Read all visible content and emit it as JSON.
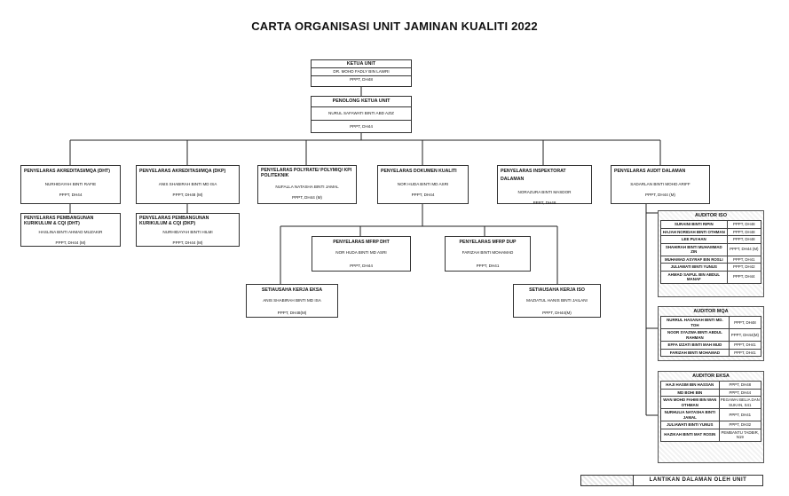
{
  "title": "CARTA ORGANISASI UNIT JAMINAN KUALITI 2022",
  "footer": "LANTIKAN DALAMAN OLEH UNIT",
  "top": [
    {
      "role": "KETUA UNIT",
      "name": "DR. MOHD FADLY BIN LAWRI",
      "grade": "PPPT, DH48"
    },
    {
      "role": "PENOLONG KETUA UNIT",
      "name": "NURUL SAFAWATI BINTI ABD AZIZ",
      "grade": "PPPT, DH44"
    }
  ],
  "coordinators": [
    {
      "role": "PENYELARAS AKREDITASI/MQA (DHT)",
      "name": "NURHIDAYAH BINTI RAFIE",
      "grade": "PPPT, DH44"
    },
    {
      "role": "PENYELARAS AKREDITASI/MQA (DKP)",
      "name": "ANIS SHABIRAH BINTI MD ISA",
      "grade": "PPPT, DH48 (M)"
    },
    {
      "role": "PENYELARAS POLYRATE/ POLYMIQ/ KPI POLITEKNIK",
      "name": "NUFALLA NATASHA BINTI JAMAL",
      "grade": "PPPT, DH44 (M)"
    },
    {
      "role": "PENYELARAS DOKUMEN KUALITI",
      "name": "NOR HUDA BINTI MD ASRI",
      "grade": "PPPT, DH44"
    },
    {
      "role": "PENYELARAS INSPEKTORAT DALAMAN",
      "name": "NORAZURA BINTI MASDOR",
      "grade": "PPPT, DH48"
    },
    {
      "role": "PENYELARAS AUDIT DALAMAN",
      "name": "SADARLAN BINTI MOHD ARIFF",
      "grade": "PPPT, DH44 (M)"
    }
  ],
  "curriculum": [
    {
      "role": "PENYELARAS PEMBANGUNAN KURIKULUM & CQI (DHT)",
      "name": "HASLINA BINTI AHMAD MUZAKIR",
      "grade": "PPPT, DH44 (M)"
    },
    {
      "role": "PENYELARAS PEMBANGUNAN KURIKULUM & CQI (DKP)",
      "name": "NURHIDAYAH BINTI HILMI",
      "grade": "PPPT, DH44 (M)"
    }
  ],
  "mfrp": [
    {
      "role": "PENYELARAS MFRP DHT",
      "name": "NOR HUDA BINTI MD ASRI",
      "grade": "PPPT, DH44"
    },
    {
      "role": "PENYELARAS MFRP DUP",
      "name": "FARIZAH BINTI MOHAMAD",
      "grade": "PPPT, DH41"
    }
  ],
  "secretaries": [
    {
      "role": "SETIAUSAHA KERJA EKSA",
      "name": "ANIS SHABIRAH BINTI MD ISA",
      "grade": "PPPT, DH48(M)"
    },
    {
      "role": "SETIAUSAHA KERJA ISO",
      "name": "MAZIATUL HANIS BINTI JAILANI",
      "grade": "PPPT, DH44(M)"
    }
  ],
  "auditors_iso": {
    "title": "AUDITOR ISO",
    "rows": [
      {
        "name": "SURAINI BINTI RIPIN",
        "grade": "PPPT, DH48"
      },
      {
        "name": "HAJAH NORIDAH BINTI OTHMAN",
        "grade": "PPPT, DH48"
      },
      {
        "name": "LEE PUI HAN",
        "grade": "PPPT, DH48"
      },
      {
        "name": "SHAHIRAH BINTI MUHAMMAD ZIN",
        "grade": "PPPT, DH44 (M)"
      },
      {
        "name": "MUHAMAD ASYRAF BIN ROSLI",
        "grade": "PPPT, DH41"
      },
      {
        "name": "JULIAWATI BINTI YUNUS",
        "grade": "PPPT, DH42"
      },
      {
        "name": "AHMAD SAIFUL BIN ABDUL MANAF",
        "grade": "PPPT, DH44"
      }
    ]
  },
  "auditors_mqa": {
    "title": "AUDITOR MQA",
    "rows": [
      {
        "name": "NURRUL HASANAH BINTI MD. TOH",
        "grade": "PPPT, DH48"
      },
      {
        "name": "NOOR SYAZWA BINTI ABDUL RAHMAN",
        "grade": "PPPT, DH44(M)"
      },
      {
        "name": "EFFA IZZATI BINTI MAH MUD",
        "grade": "PPPT, DH41"
      },
      {
        "name": "FARIZAH BINTI MOHAMAD",
        "grade": "PPPT, DH41"
      }
    ]
  },
  "auditors_eksa": {
    "title": "AUDITOR EKSA",
    "rows": [
      {
        "name": "HAJI HASIM BIN HASSAN",
        "grade": "PPPT, DH48"
      },
      {
        "name": "MD BOHI BIN",
        "grade": "PPPT, DH44"
      },
      {
        "name": "WAN MOHD FAHMI BIN WAN OTHMAN",
        "grade": "PEGAWAI BELIA DAN SUKAN, S41"
      },
      {
        "name": "NURHULIA NATASHA BINTI JAMAL",
        "grade": "PPPT, DH41"
      },
      {
        "name": "JULIAWATI BINTI YUNUS",
        "grade": "PPPT, DH32"
      },
      {
        "name": "HAZIKAH BINTI MAT ROSIN",
        "grade": "PEMBANTU TADBIR, N19"
      }
    ]
  }
}
